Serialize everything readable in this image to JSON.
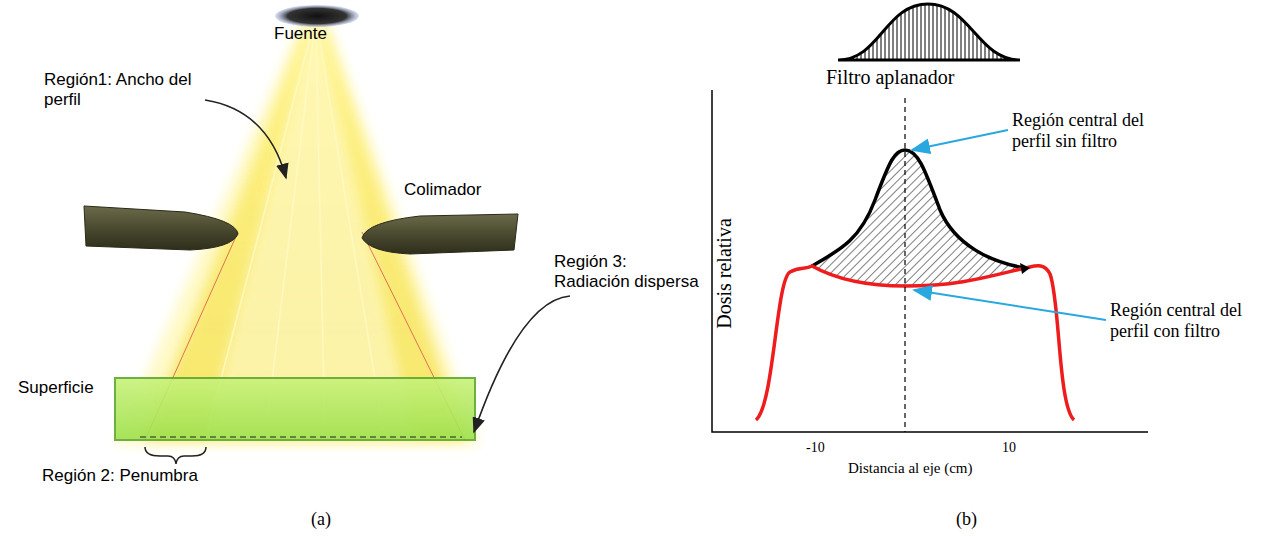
{
  "diagram": {
    "labels": [
      "Fuente",
      "Región1: Ancho del perfil",
      "Colimador",
      "Región 3: Radiación dispersa",
      "Superficie",
      "Región 2: Penumbra",
      "(a)",
      "Filtro aplanador",
      "Dosis relativa",
      "Región central del perfil sin filtro",
      "Región central del perfil con filtro",
      "-10",
      "10",
      "Distancia al eje (cm)",
      "(b)"
    ]
  }
}
